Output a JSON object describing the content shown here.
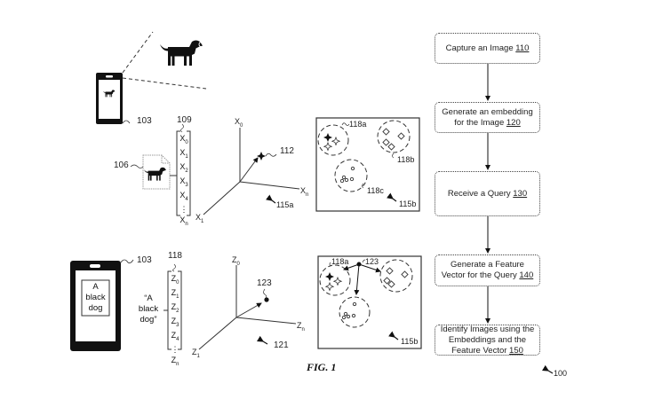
{
  "figure": {
    "caption": "FIG. 1",
    "ref_overall": "100"
  },
  "top_row": {
    "device_ref": "103",
    "image_ref": "106",
    "vector_ref": "109",
    "vector_entries": [
      "X0",
      "X1",
      "X2",
      "X3",
      "X4",
      "⋮",
      "Xn"
    ],
    "axes": {
      "up": "X0",
      "left": "X1",
      "right": "Xn"
    },
    "point_ref": "112",
    "space_ref": "115a",
    "cluster_space_ref": "115b",
    "clusters": [
      "118a",
      "118b",
      "118c"
    ]
  },
  "bottom_row": {
    "device_ref": "103",
    "device_text": [
      "A",
      "black",
      "dog"
    ],
    "query_text": [
      "“A",
      "black",
      "dog”"
    ],
    "vector_ref": "118",
    "vector_entries": [
      "Z0",
      "Z1",
      "Z2",
      "Z3",
      "Z4",
      "⋮",
      "Zn"
    ],
    "axes": {
      "up": "Z0",
      "left": "Z1",
      "right": "Zn"
    },
    "point_ref": "123",
    "space_ref": "121",
    "cluster_space_ref": "115b",
    "cluster_label": "118a",
    "query_point_label": "123"
  },
  "flowchart": {
    "steps": [
      {
        "text": "Capture an Image ",
        "ref": "110"
      },
      {
        "text": "Generate an embedding for the Image ",
        "ref": "120"
      },
      {
        "text": "Receive a Query ",
        "ref": "130"
      },
      {
        "text": "Generate a Feature Vector for the Query ",
        "ref": "140"
      },
      {
        "text": "Identify Images using the Embeddings and the Feature Vector ",
        "ref": "150"
      }
    ]
  }
}
